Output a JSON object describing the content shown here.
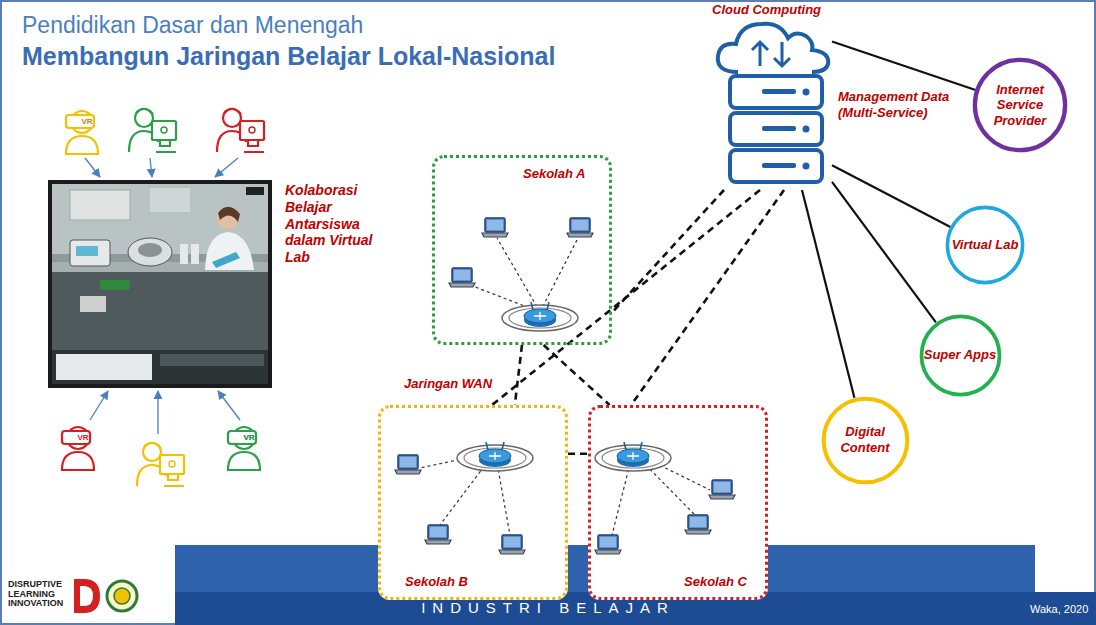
{
  "diagram": {
    "title": "Membangun Jaringan Belajar Lokal-Nasional",
    "nodes": [
      {
        "text": [
          "Cloud Computing",
          "Management Data (Multi-Service)"
        ]
      },
      {
        "text": [
          "Internet Service Provider"
        ]
      },
      {
        "text": [
          "Virtual Lab"
        ]
      },
      {
        "text": [
          "Super Apps"
        ]
      },
      {
        "text": [
          "Digital Content"
        ]
      },
      {
        "text": [
          "Sekolah A"
        ]
      },
      {
        "text": [
          "Sekolah B"
        ]
      },
      {
        "text": [
          "Sekolah C"
        ]
      }
    ],
    "edges": [
      {
        "from": 0,
        "to": 1,
        "arrow": "none"
      },
      {
        "from": 0,
        "to": 2,
        "arrow": "none"
      },
      {
        "from": 0,
        "to": 3,
        "arrow": "none"
      },
      {
        "from": 0,
        "to": 4,
        "arrow": "none"
      },
      {
        "from": 0,
        "to": 5,
        "arrow": "none"
      },
      {
        "from": 0,
        "to": 6,
        "arrow": "none"
      },
      {
        "from": 0,
        "to": 7,
        "arrow": "none"
      },
      {
        "from": 5,
        "to": 6,
        "arrow": "none"
      },
      {
        "from": 5,
        "to": 7,
        "arrow": "none"
      },
      {
        "from": 6,
        "to": 7,
        "arrow": "none"
      }
    ],
    "labels": [
      "Pendidikan Dasar dan Menengah",
      "Kolaborasi Belajar Antarsiswa dalam Virtual Lab",
      "Jaringan WAN",
      "INDUSTRI BELAJAR",
      "Waka, 2020",
      "DISRUPTIVE LEARNING INNOVATION",
      "VR",
      "VR",
      "VR",
      "VR"
    ]
  }
}
